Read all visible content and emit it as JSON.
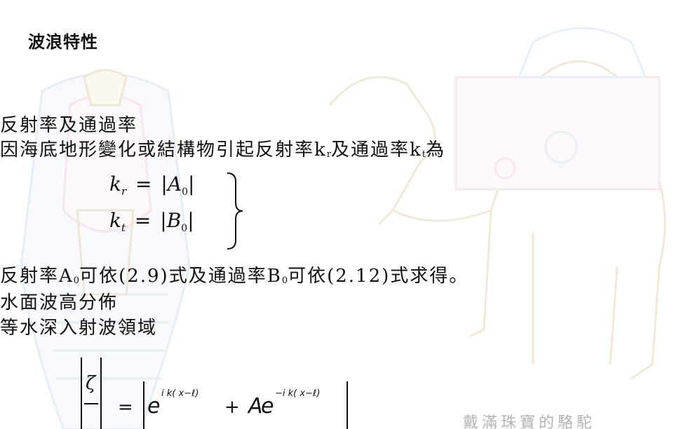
{
  "heading": "波浪特性",
  "lines": {
    "l1": "反射率及通過率",
    "l2_a": "因海底地形變化或結構物引起反射率k",
    "l2_sub1": "r",
    "l2_b": "及通過率k",
    "l2_sub2": "t",
    "l2_c": "為",
    "l3_a": "反射率A",
    "l3_sub1": "0",
    "l3_b": "可依(2.9)式及通過率B",
    "l3_sub2": "0",
    "l3_c": "可依(2.12)式求得。",
    "l4": "水面波高分佈",
    "l5": "等水深入射波領域"
  },
  "equations": {
    "kr_var": "k",
    "kr_sub": "r",
    "kr_eq": "=",
    "kr_abs": "A",
    "kr_abs_sub": "0",
    "kt_var": "k",
    "kt_sub": "t",
    "kt_eq": "=",
    "kt_abs": "B",
    "kt_abs_sub": "0",
    "wave_eq": "=",
    "wave_e1": "e",
    "wave_exp1": "i k( x−ℓ)",
    "wave_plus": "+",
    "wave_A": "A",
    "wave_e2": "e",
    "wave_exp2": "−i k( x−ℓ)",
    "zeta": "ζ"
  },
  "caption": "戴滿珠寶的駱駝",
  "colors": {
    "text": "#111111",
    "caption": "#b3b3b3",
    "illustration_stroke": "#d9c9a3",
    "illustration_blue": "#c9d8ea",
    "illustration_pink": "#ecc6d6"
  }
}
